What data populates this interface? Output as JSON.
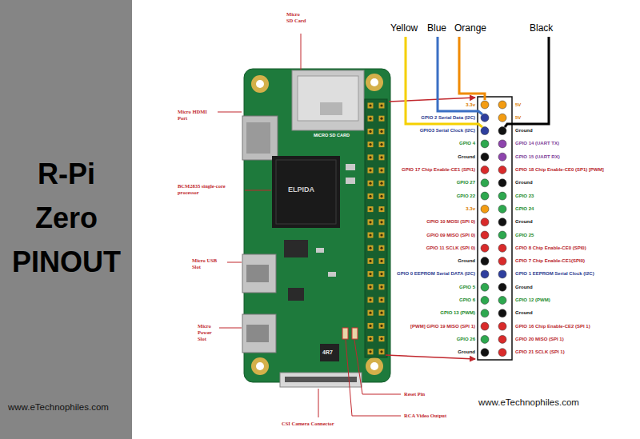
{
  "diagram": {
    "title": "R-Pi Zero PINOUT",
    "labels": [
      "Micro SD Card",
      "Yellow",
      "Blue",
      "Orange",
      "Black",
      "MICRO SD CARD",
      "ELPIDA",
      "Micro HDMI Port",
      "BCM2835 single-core processor",
      "Micro USB Slot",
      "Micro Power Slot",
      "4R7",
      "Reset Pin",
      "RCA Video Output",
      "CSI Camera Connector",
      "3.3v",
      "5V",
      "GPIO 2 Serial Data (I2C)",
      "5V",
      "GPIO3 Serial Clock (I2C)",
      "Ground",
      "GPIO 4",
      "GPIO 14 (UART TX)",
      "Ground",
      "GPIO 15 (UART RX)",
      "GPIO 17 Chip Enable-CE1 (SPI1)",
      "GPIO 18 Chip Enable-CE0 (SP1) [PWM]",
      "GPIO 27",
      "Ground",
      "GPIO 22",
      "GPIO 23",
      "3.3v",
      "GPIO 24",
      "GPIO 10 MOSI (SPI 0)",
      "Ground",
      "GPIO 09 MISO (SPI 0)",
      "GPIO 25",
      "GPIO 11 SCLK (SPI 0)",
      "GPIO 8 Chip Enable-CE0 (SPI0)",
      "Ground",
      "GPIO 7 Chip Enable-CE1(SPI0)",
      "GPIO 0 EEPROM Serial DATA (I2C)",
      "GPIO 1 EEPROM Serial Clock (I2C)",
      "GPIO 5",
      "Ground",
      "GPIO 6",
      "GPIO 12 (PWM)",
      "GPIO 13 (PWM)",
      "Ground",
      "[PWM] GPIO 19 MISO (SPI 1)",
      "GPIO 16 Chip Enable-CE2 (SPI 1)",
      "GPIO 26",
      "GPIO 20 MISO (SPI 1)",
      "Ground",
      "GPIO 21 SCLK (SPI 1)",
      "www.eTechnophiles.com",
      "www.eTechnophiles.com"
    ]
  }
}
